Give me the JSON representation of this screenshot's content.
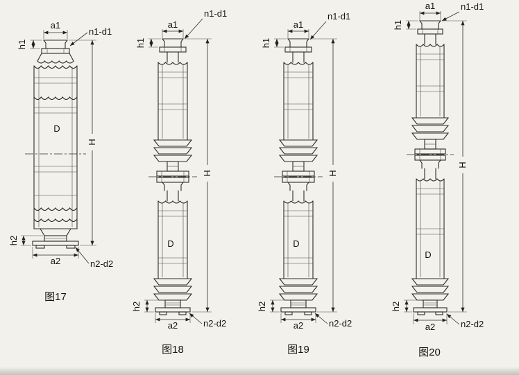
{
  "colors": {
    "line": "#2b2b2b",
    "paper": "#f3f1eb"
  },
  "figures": [
    {
      "caption": "图17",
      "labels": {
        "a1": "a1",
        "h1": "h1",
        "n1d1": "n1-d1",
        "D": "D",
        "H": "H",
        "h2": "h2",
        "a2": "a2",
        "n2d2": "n2-d2"
      }
    },
    {
      "caption": "图18",
      "labels": {
        "a1": "a1",
        "h1": "h1",
        "n1d1": "n1-d1",
        "D": "D",
        "H": "H",
        "h2": "h2",
        "a2": "a2",
        "n2d2": "n2-d2"
      }
    },
    {
      "caption": "图19",
      "labels": {
        "a1": "a1",
        "h1": "h1",
        "n1d1": "n1-d1",
        "D": "D",
        "H": "H",
        "h2": "h2",
        "a2": "a2",
        "n2d2": "n2-d2"
      }
    },
    {
      "caption": "图20",
      "labels": {
        "a1": "a1",
        "h1": "h1",
        "n1d1": "n1-d1",
        "D": "D",
        "H": "H",
        "h2": "h2",
        "a2": "a2",
        "n2d2": "n2-d2"
      }
    }
  ]
}
